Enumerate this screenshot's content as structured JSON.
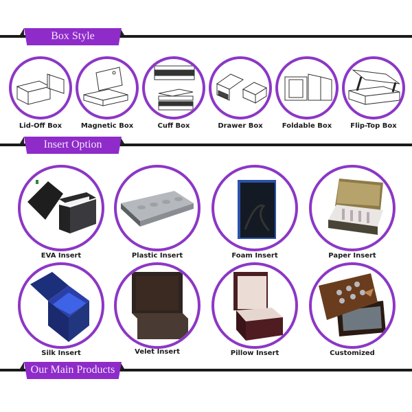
{
  "colors": {
    "accent": "#8e2bc9",
    "ring": "#8c37c6",
    "rule": "#1a1a1a",
    "tab_text": "#f3e6fb"
  },
  "sections": {
    "box_style": {
      "title": "Box Style",
      "items": [
        {
          "label": "Lid-Off Box",
          "icon": "lid-off-box-drawing"
        },
        {
          "label": "Magnetic Box",
          "icon": "magnetic-box-drawing"
        },
        {
          "label": "Cuff Box",
          "icon": "cuff-box-drawing"
        },
        {
          "label": "Drawer Box",
          "icon": "drawer-box-drawing"
        },
        {
          "label": "Foldable Box",
          "icon": "foldable-box-drawing"
        },
        {
          "label": "Flip-Top Box",
          "icon": "flip-top-box-drawing"
        }
      ]
    },
    "insert_option": {
      "title": "Insert Option",
      "items": [
        {
          "label": "EVA Insert",
          "image": "black-magnetic-box-with-white-eva-insert"
        },
        {
          "label": "Plastic Insert",
          "image": "silver-tray-with-plastic-insert"
        },
        {
          "label": "Foam Insert",
          "image": "blue-box-with-black-foam-insert"
        },
        {
          "label": "Paper Insert",
          "image": "gold-box-with-paper-insert-vials"
        },
        {
          "label": "Silk Insert",
          "image": "blue-box-with-satin-insert"
        },
        {
          "label": "Velet Insert",
          "image": "brown-wood-box-velvet-insert"
        },
        {
          "label": "Pillow Insert",
          "image": "burgundy-box-with-pillow-insert"
        },
        {
          "label": "Customized",
          "image": "brown-chocolate-box-with-heart-cutouts"
        }
      ]
    },
    "main_products": {
      "title": "Our Main Products"
    }
  }
}
